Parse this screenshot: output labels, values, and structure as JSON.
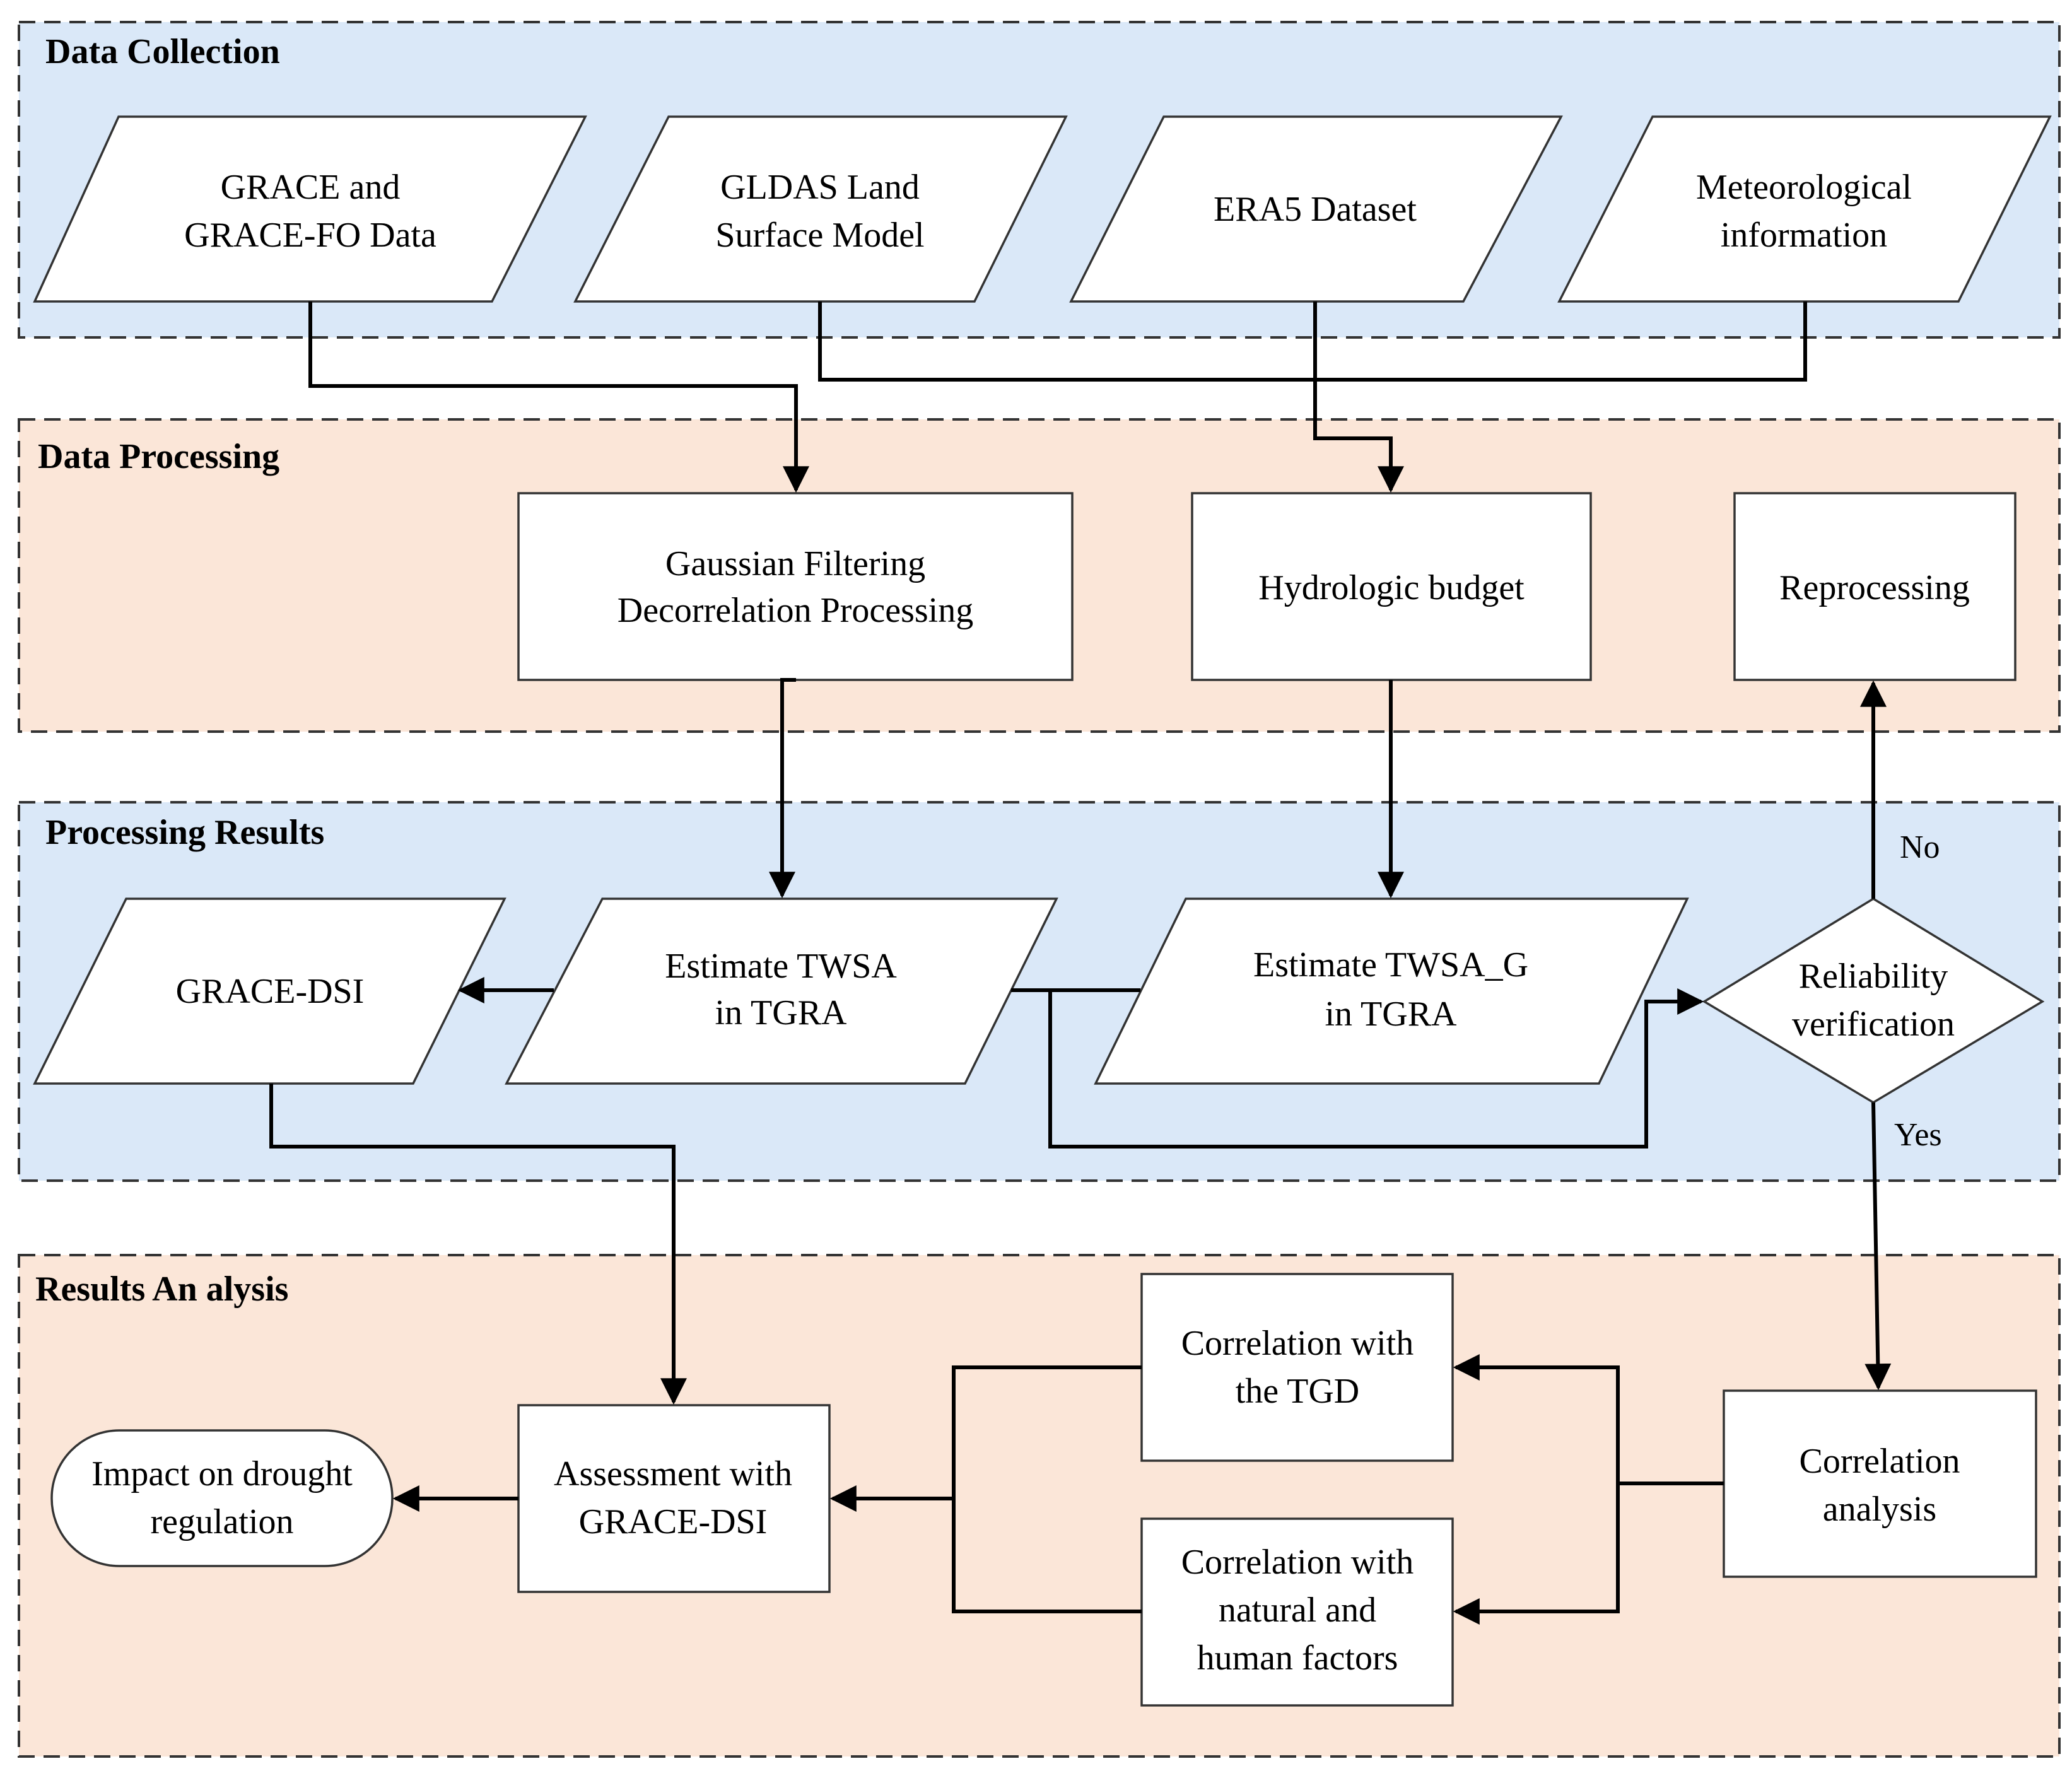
{
  "colors": {
    "section_blue": "#dae8f8",
    "section_peach": "#fbe6d8",
    "pink": "#fff0f0",
    "yellow": "#fdf1c6",
    "purple": "#e2d5e8",
    "green": "#d8e9d3",
    "orange": "#eeb077",
    "white": "#ffffff"
  },
  "sections": {
    "collection": "Data Collection",
    "processing": "Data Processing",
    "results": "Processing Results",
    "analysis": "Results An alysis"
  },
  "nodes": {
    "grace": [
      "GRACE and",
      "GRACE-FO Data"
    ],
    "gldas": [
      "GLDAS Land",
      "Surface Model"
    ],
    "era5": [
      "ERA5 Dataset"
    ],
    "meteo": [
      "Meteorological",
      "information"
    ],
    "gauss": [
      "Gaussian Filtering",
      "Decorrelation Processing"
    ],
    "hydro": [
      "Hydrologic budget"
    ],
    "reproc": [
      "Reprocessing"
    ],
    "dsi": [
      "GRACE-DSI"
    ],
    "twsa": [
      "Estimate TWSA",
      "in TGRA"
    ],
    "twsag": [
      "Estimate TWSA_G",
      "in TGRA"
    ],
    "reliab": [
      "Reliability",
      "verification"
    ],
    "corr_tgd": [
      "Correlation with",
      "the TGD"
    ],
    "corr_nat": [
      "Correlation with",
      "natural and",
      "human factors"
    ],
    "corr_an": [
      "Correlation",
      "analysis"
    ],
    "assess": [
      "Assessment with",
      "GRACE-DSI"
    ],
    "impact": [
      "Impact on drought",
      "regulation"
    ]
  },
  "edge_labels": {
    "no": "No",
    "yes": "Yes"
  }
}
